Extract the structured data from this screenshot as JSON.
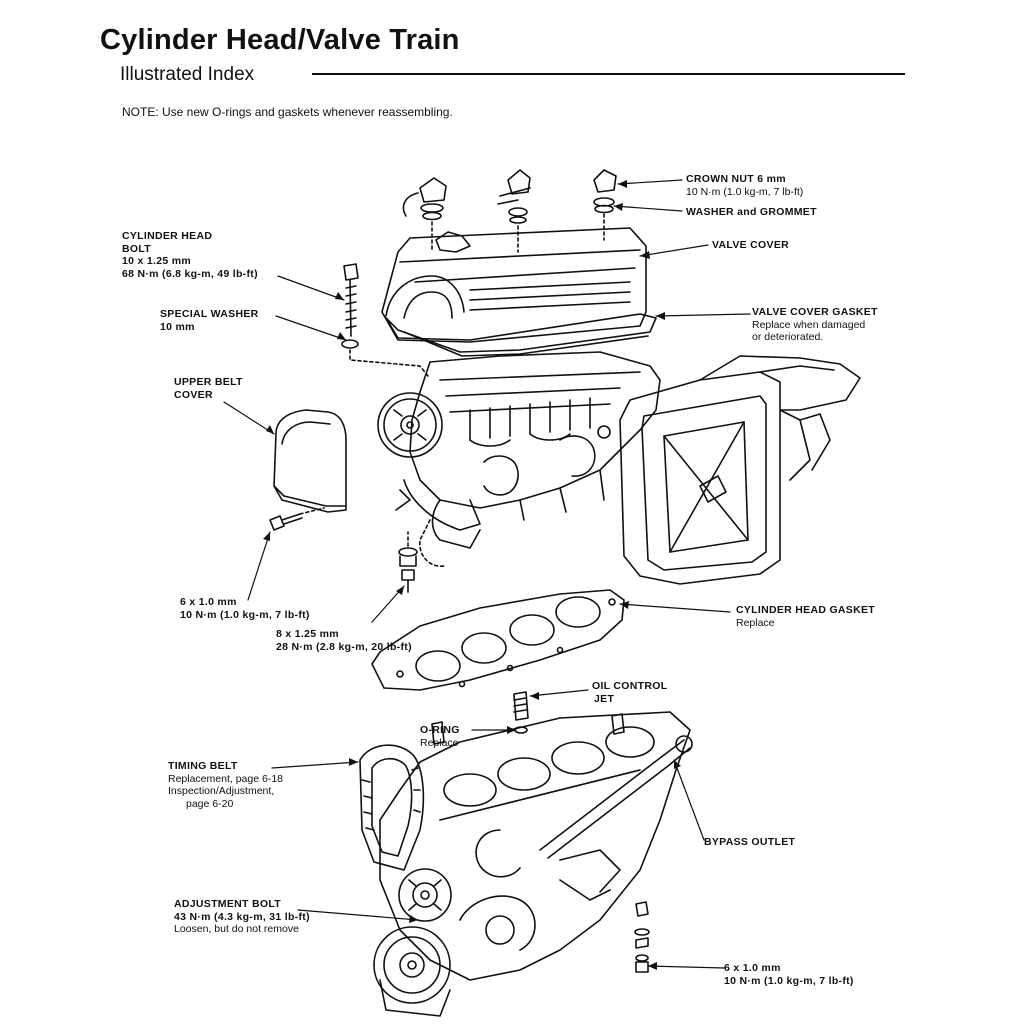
{
  "header": {
    "title": "Cylinder Head/Valve Train",
    "subtitle": "Illustrated Index",
    "note": "NOTE: Use new O-rings and gaskets whenever reassembling."
  },
  "labels": {
    "crown_nut": {
      "name": "CROWN NUT 6 mm",
      "spec": "10 N·m (1.0 kg-m, 7 lb-ft)"
    },
    "washer_grommet": {
      "name": "WASHER and GROMMET"
    },
    "valve_cover": {
      "name": "VALVE COVER"
    },
    "cyl_head_bolt": {
      "name1": "CYLINDER HEAD",
      "name2": "BOLT",
      "size": "10 x 1.25 mm",
      "spec": "68 N·m (6.8 kg-m, 49 lb-ft)"
    },
    "valve_cover_gasket": {
      "name": "VALVE COVER GASKET",
      "note1": "Replace when damaged",
      "note2": "or deteriorated."
    },
    "special_washer": {
      "name": "SPECIAL WASHER",
      "size": "10 mm"
    },
    "upper_belt_cover": {
      "name1": "UPPER BELT",
      "name2": "COVER"
    },
    "bolt_6x1": {
      "size": "6 x 1.0 mm",
      "spec": "10 N·m (1.0 kg-m, 7 lb-ft)"
    },
    "bolt_8x125": {
      "size": "8 x 1.25 mm",
      "spec": "28 N·m (2.8 kg-m, 20 lb-ft)"
    },
    "cyl_head_gasket": {
      "name": "CYLINDER HEAD GASKET",
      "note": "Replace"
    },
    "oil_control_jet": {
      "name1": "OIL CONTROL",
      "name2": "JET"
    },
    "o_ring": {
      "name": "O-RING",
      "note": "Replace"
    },
    "timing_belt": {
      "name": "TIMING BELT",
      "note1": "Replacement, page 6-18",
      "note2": "Inspection/Adjustment,",
      "note3": "page 6-20"
    },
    "bypass_outlet": {
      "name": "BYPASS OUTLET"
    },
    "adjustment_bolt": {
      "name": "ADJUSTMENT BOLT",
      "spec": "43 N·m (4.3 kg-m, 31 lb-ft)",
      "note": "Loosen, but do not remove"
    },
    "bolt_6x1_bottom": {
      "size": "6 x 1.0 mm",
      "spec": "10 N·m (1.0 kg-m, 7 lb-ft)"
    }
  }
}
